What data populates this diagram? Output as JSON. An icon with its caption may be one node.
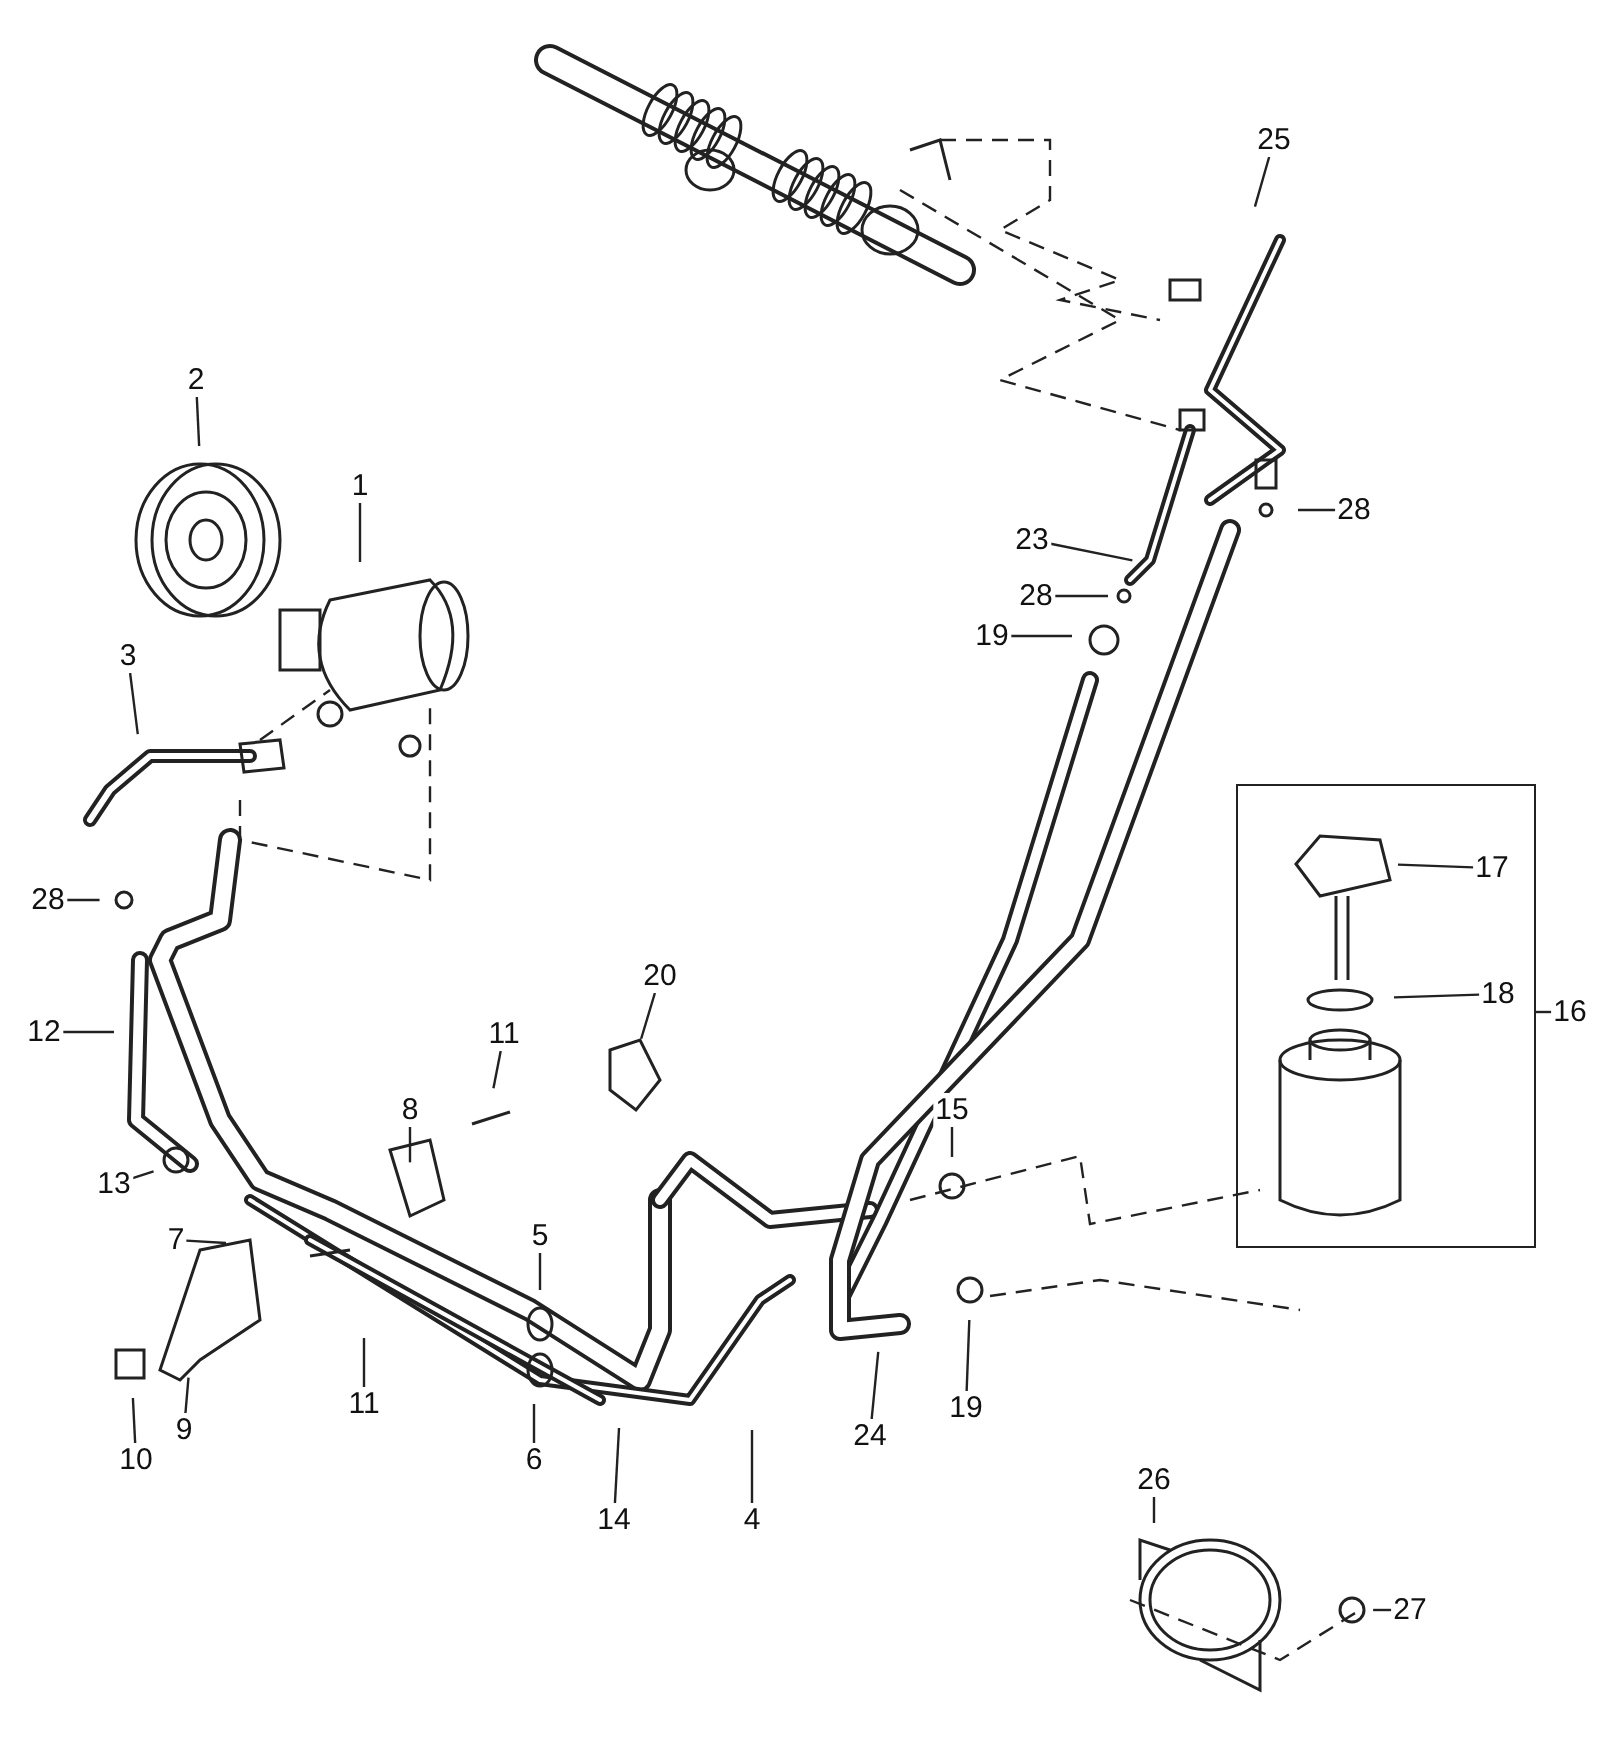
{
  "diagram": {
    "nodes": [
      {
        "text": [
          "25"
        ]
      },
      {
        "text": [
          "2"
        ]
      },
      {
        "text": [
          "1"
        ]
      },
      {
        "text": [
          "28"
        ]
      },
      {
        "text": [
          "23"
        ]
      },
      {
        "text": [
          "28"
        ]
      },
      {
        "text": [
          "19"
        ]
      },
      {
        "text": [
          "3"
        ]
      },
      {
        "text": [],
        "shape": "box"
      },
      {
        "text": [
          "17"
        ],
        "in": 8
      },
      {
        "text": [
          "28"
        ]
      },
      {
        "text": [
          "20"
        ]
      },
      {
        "text": [
          "16"
        ]
      },
      {
        "text": [
          "18"
        ],
        "in": 8
      },
      {
        "text": [
          "12"
        ]
      },
      {
        "text": [
          "11"
        ]
      },
      {
        "text": [
          "8"
        ]
      },
      {
        "text": [
          "15"
        ]
      },
      {
        "text": [
          "13"
        ]
      },
      {
        "text": [
          "7"
        ]
      },
      {
        "text": [
          "5"
        ]
      },
      {
        "text": [
          "19"
        ]
      },
      {
        "text": [
          "10"
        ]
      },
      {
        "text": [
          "9"
        ]
      },
      {
        "text": [
          "11"
        ]
      },
      {
        "text": [
          "6"
        ]
      },
      {
        "text": [
          "14"
        ]
      },
      {
        "text": [
          "4"
        ]
      },
      {
        "text": [
          "24"
        ]
      },
      {
        "text": [
          "26"
        ]
      },
      {
        "text": [
          "27"
        ]
      }
    ],
    "edges": [
      {
        "from": 0,
        "to": null,
        "arrow": "none"
      },
      {
        "from": 1,
        "to": null,
        "arrow": "none"
      },
      {
        "from": 2,
        "to": null,
        "arrow": "none"
      },
      {
        "from": 3,
        "to": null,
        "arrow": "none"
      },
      {
        "from": 4,
        "to": null,
        "arrow": "none"
      },
      {
        "from": 5,
        "to": null,
        "arrow": "none"
      },
      {
        "from": 6,
        "to": null,
        "arrow": "none"
      },
      {
        "from": 7,
        "to": null,
        "arrow": "none"
      },
      {
        "from": 9,
        "to": null,
        "arrow": "none"
      },
      {
        "from": 10,
        "to": null,
        "arrow": "none"
      },
      {
        "from": 11,
        "to": null,
        "arrow": "none"
      },
      {
        "from": 12,
        "to": 8,
        "arrow": "none"
      },
      {
        "from": 13,
        "to": null,
        "arrow": "none"
      },
      {
        "from": 14,
        "to": null,
        "arrow": "none"
      },
      {
        "from": 15,
        "to": null,
        "arrow": "none"
      },
      {
        "from": 16,
        "to": null,
        "arrow": "none"
      },
      {
        "from": 17,
        "to": null,
        "arrow": "none"
      },
      {
        "from": 18,
        "to": null,
        "arrow": "none"
      },
      {
        "from": 19,
        "to": null,
        "arrow": "none"
      },
      {
        "from": 20,
        "to": null,
        "arrow": "none"
      },
      {
        "from": 21,
        "to": null,
        "arrow": "none"
      },
      {
        "from": 22,
        "to": null,
        "arrow": "none"
      },
      {
        "from": 23,
        "to": null,
        "arrow": "none"
      },
      {
        "from": 24,
        "to": null,
        "arrow": "none"
      },
      {
        "from": 25,
        "to": null,
        "arrow": "none"
      },
      {
        "from": 26,
        "to": null,
        "arrow": "none"
      },
      {
        "from": 27,
        "to": null,
        "arrow": "none"
      },
      {
        "from": 28,
        "to": null,
        "arrow": "none"
      },
      {
        "from": 29,
        "to": null,
        "arrow": "none"
      },
      {
        "from": 30,
        "to": null,
        "arrow": "none"
      }
    ]
  }
}
